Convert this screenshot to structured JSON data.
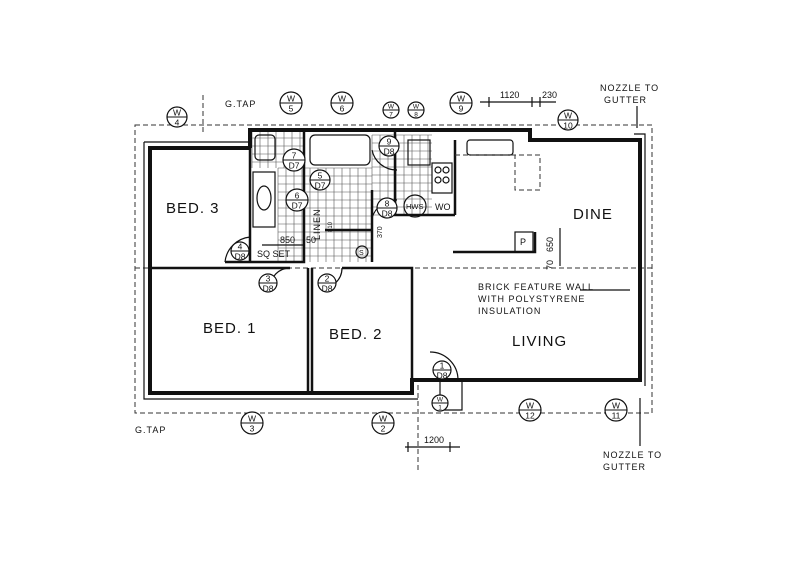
{
  "rooms": {
    "bed3": "BED. 3",
    "bed1": "BED. 1",
    "bed2": "BED. 2",
    "dine": "DINE",
    "living": "LIVING"
  },
  "notes": {
    "feature_wall": [
      "BRICK FEATURE WALL",
      "WITH POLYSTYRENE",
      "INSULATION"
    ],
    "gtap_top": "G.TAP",
    "gtap_bottom": "G.TAP",
    "nozzle_top": [
      "NOZZLE TO",
      "GUTTER"
    ],
    "nozzle_bottom": [
      "NOZZLE TO",
      "GUTTER"
    ],
    "linen": "LINEN",
    "hws": "HWS",
    "wo": "WO",
    "pantry": "P",
    "smoke": "S",
    "sq_set": "SQ SET"
  },
  "dimensions": {
    "d1120": "1120",
    "d230": "230",
    "d1200": "1200",
    "d850": "850",
    "d50": "50",
    "d70": "70",
    "d650": "650",
    "d370": "370",
    "d810": "810"
  },
  "windows": [
    {
      "type": "W",
      "num": "4"
    },
    {
      "type": "W",
      "num": "5"
    },
    {
      "type": "W",
      "num": "6"
    },
    {
      "type": "W",
      "num": "7"
    },
    {
      "type": "W",
      "num": "8"
    },
    {
      "type": "W",
      "num": "9"
    },
    {
      "type": "W",
      "num": "10"
    },
    {
      "type": "W",
      "num": "3"
    },
    {
      "type": "W",
      "num": "2"
    },
    {
      "type": "W",
      "num": "1"
    },
    {
      "type": "W",
      "num": "12"
    },
    {
      "type": "W",
      "num": "11"
    }
  ],
  "doors": [
    {
      "num": "9",
      "type": "D8"
    },
    {
      "num": "7",
      "type": "D7"
    },
    {
      "num": "5",
      "type": "D7"
    },
    {
      "num": "6",
      "type": "D7"
    },
    {
      "num": "8",
      "type": "D8"
    },
    {
      "num": "4",
      "type": "D8"
    },
    {
      "num": "3",
      "type": "D8"
    },
    {
      "num": "2",
      "type": "D8"
    },
    {
      "num": "1",
      "type": "D8"
    }
  ]
}
